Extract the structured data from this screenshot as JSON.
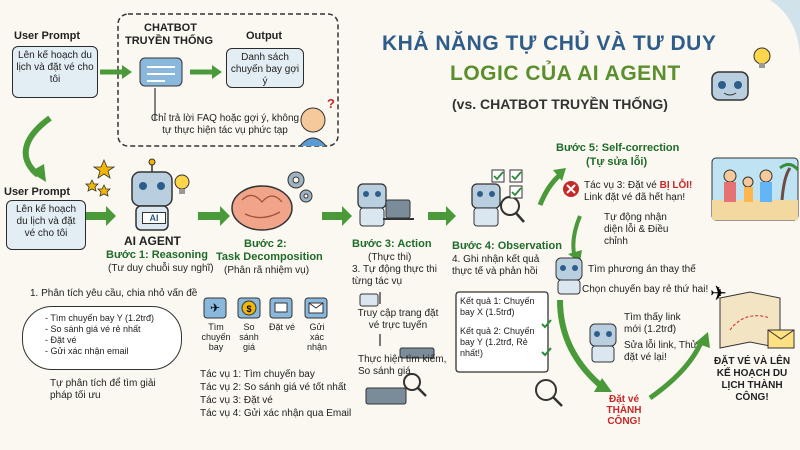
{
  "title": {
    "line1": "KHẢ NĂNG TỰ CHỦ VÀ TƯ DUY",
    "line2": "LOGIC CỦA AI AGENT",
    "line3": "(vs. CHATBOT TRUYỀN THỐNG)"
  },
  "chatbot_flow": {
    "user_prompt_label": "User Prompt",
    "user_prompt_text": "Lên kế hoạch du lịch và đặt vé cho tôi",
    "chatbot_label_1": "CHATBOT",
    "chatbot_label_2": "TRUYỀN THỐNG",
    "output_label": "Output",
    "output_text": "Danh sách chuyến bay gợi ý",
    "note": "Chỉ trả lời FAQ hoặc gợi ý, không tự thực hiện tác vụ phức tạp"
  },
  "agent_prompt": {
    "label": "User Prompt",
    "text": "Lên kế hoạch du lịch và đặt vé cho tôi"
  },
  "agent": {
    "label": "AI AGENT",
    "chip": "AI"
  },
  "step1": {
    "title": "Bước 1: Reasoning",
    "subtitle": "(Tư duy chuỗi suy nghĩ)",
    "desc": "1. Phân tích yêu cầu, chia nhỏ vấn đề",
    "cloud_items": [
      "- Tìm chuyến bay Y (1.2trđ)",
      "- So sánh giá vé rẻ nhất",
      "- Đặt vé",
      "- Gửi xác nhận email"
    ],
    "bottom": "Tự phân tích để tìm giải pháp tối ưu"
  },
  "step2": {
    "title": "Bước 2:",
    "title2": "Task Decomposition",
    "subtitle": "(Phân rã nhiệm vụ)",
    "icons": [
      {
        "icon": "plane-icon",
        "label": "Tìm chuyến bay"
      },
      {
        "icon": "dollar-icon",
        "label": "So sánh giá"
      },
      {
        "icon": "ticket-icon",
        "label": "Đặt vé"
      },
      {
        "icon": "mail-icon",
        "label": "Gửi xác nhận"
      }
    ],
    "tasks": [
      "Tác vụ 1: Tìm chuyến bay",
      "Tác vụ 2: So sánh giá vé tốt nhất",
      "Tác vụ 3: Đặt vé",
      "Tác vụ 4: Gửi xác nhận qua Email"
    ]
  },
  "step3": {
    "title": "Bước 3: Action",
    "subtitle": "(Thực thi)",
    "desc": "3. Tự động thực thi từng tác vụ",
    "access": "Truy cập trang đặt vé trực tuyến",
    "search": "Thực hiện tìm kiếm, So sánh giá"
  },
  "step4": {
    "title": "Bước 4: Observation",
    "desc": "4. Ghi nhận kết quả thực tế và phản hồi",
    "results": [
      "Kết quả 1: Chuyến bay X (1.5trđ)",
      "Kết quả 2: Chuyến bay Y (1.2trđ, Rẻ nhất!)"
    ]
  },
  "step5": {
    "title": "Bước 5: Self-correction",
    "subtitle": "(Tự sửa lỗi)",
    "error_prefix": "Tác vụ 3: Đặt vé",
    "error_word": "BỊ LỖI!",
    "error_detail": "Link đặt vé đã hết hạn!",
    "auto_detect": "Tự động nhận diện lỗi & Điều chỉnh",
    "alt": "Tìm phương án thay thế",
    "cheap": "Chọn chuyến bay rẻ thứ hai!",
    "new_link": "Tìm thấy link mới (1.2trđ)",
    "fix": "Sửa lỗi link, Thử đặt vé lại!",
    "success": "Đặt vé THÀNH CÔNG!",
    "final": "ĐẶT VÉ VÀ LÊN KẾ HOẠCH DU LỊCH THÀNH CÔNG!"
  },
  "colors": {
    "title_blue": "#2f5d8a",
    "title_green": "#5b8f2e",
    "arrow_green": "#4a9a3a",
    "box_blue": "#e3eef4",
    "error_red": "#c62828"
  }
}
